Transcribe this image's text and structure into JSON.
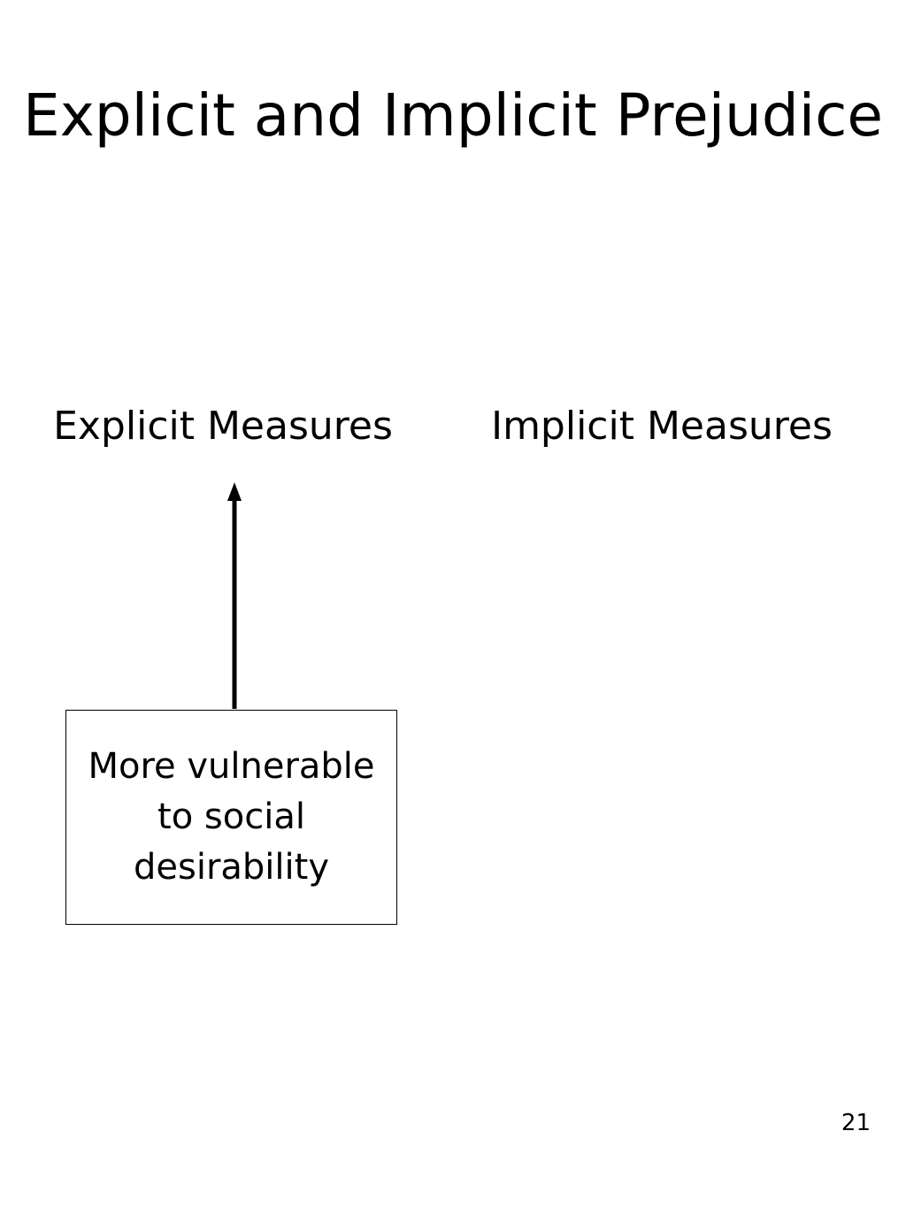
{
  "slide": {
    "title": "Explicit and Implicit Prejudice",
    "page_number": "21"
  },
  "measures": {
    "explicit_label": "Explicit Measures",
    "implicit_label": "Implicit Measures"
  },
  "note": {
    "text": "More vulnerable to social desirability"
  }
}
